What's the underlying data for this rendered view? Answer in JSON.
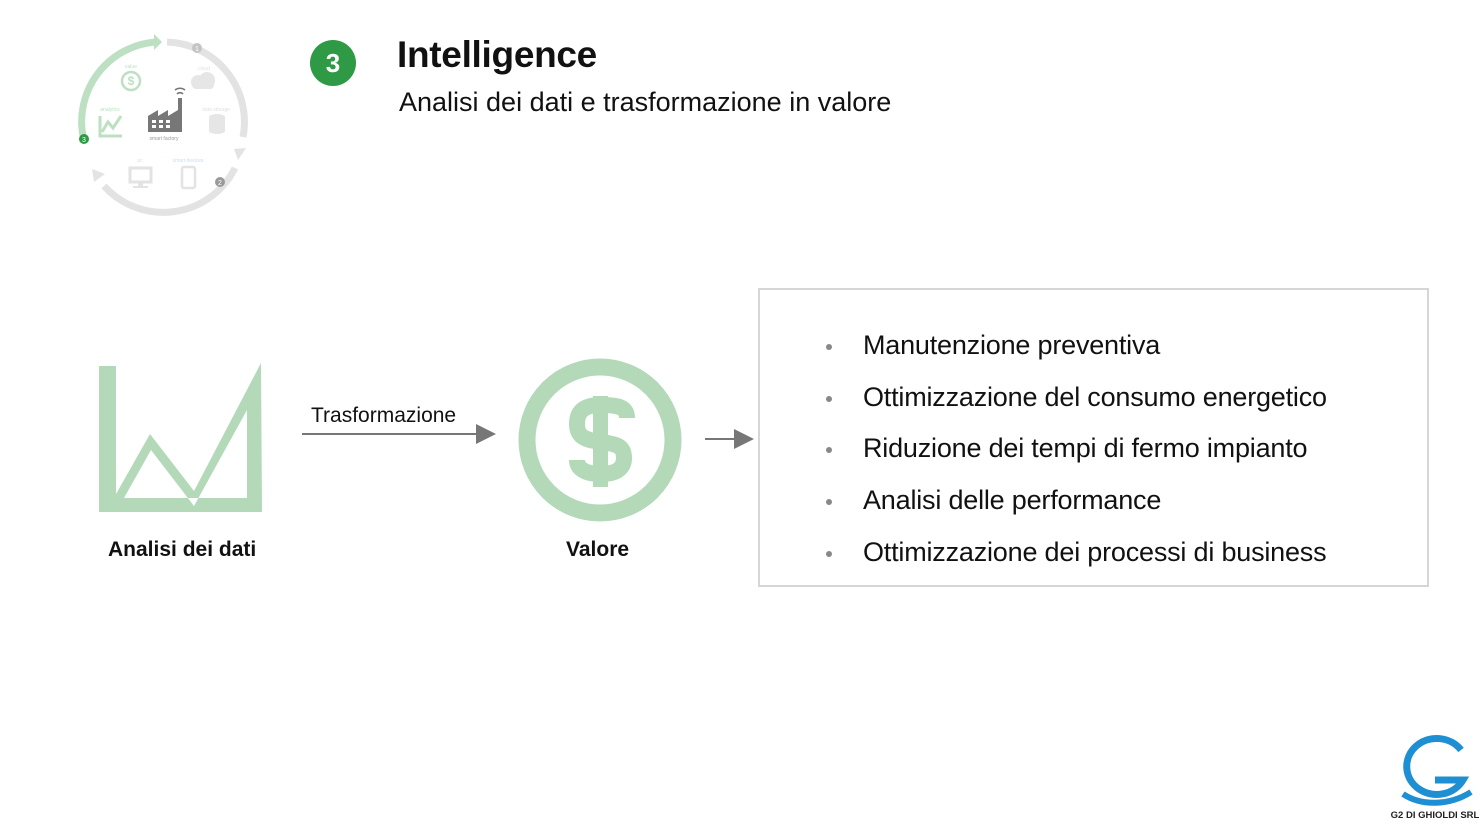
{
  "header": {
    "step_number": "3",
    "title": "Intelligence",
    "subtitle": "Analisi dei dati e trasformazione in valore"
  },
  "cycle": {
    "step_markers": [
      "1",
      "2",
      "3"
    ],
    "labels": {
      "value": "value",
      "cloud": "cloud",
      "data_storage": "data storage",
      "analytics": "analytics",
      "pc": "pc",
      "smart_devices": "smart devices",
      "smart_factory": "smart factory"
    }
  },
  "diagram": {
    "left_label": "Analisi dei dati",
    "arrow_label": "Trasformazione",
    "middle_label": "Valore"
  },
  "benefits": [
    "Manutenzione preventiva",
    "Ottimizzazione del consumo energetico",
    "Riduzione dei tempi di fermo impianto",
    "Analisi delle performance",
    "Ottimizzazione dei processi di business"
  ],
  "logo": {
    "company": "G2 DI GHIOLDI SRL"
  },
  "colors": {
    "accent_green": "#2e9a45",
    "icon_green": "#b3d9b9",
    "cycle_gray": "#e2e2e2",
    "logo_blue": "#1f8fd3"
  }
}
